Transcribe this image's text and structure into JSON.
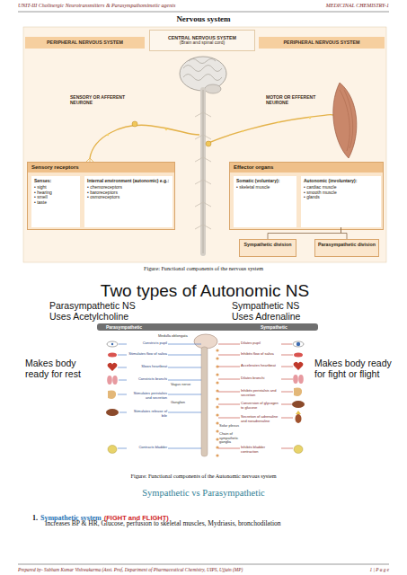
{
  "diagram": {
    "title": "Nervous system",
    "nodes": [
      {
        "text": [
          "PERIPHERAL NERVOUS SYSTEM"
        ]
      },
      {
        "text": [
          "CENTRAL NERVOUS SYSTEM",
          "(Brain and spinal cord)"
        ]
      },
      {
        "text": [
          "PERIPHERAL NERVOUS SYSTEM"
        ]
      },
      {
        "text": [
          "Sensory receptors"
        ]
      },
      {
        "text": [
          "Senses:",
          "• sight",
          "• hearing",
          "• smell",
          "• taste"
        ],
        "in": 3
      },
      {
        "text": [
          "Internal environment (autonomic) e.g.:",
          "• chemoreceptors",
          "• baroreceptors",
          "• osmoreceptors"
        ],
        "in": 3
      },
      {
        "text": [
          "Effector organs"
        ]
      },
      {
        "text": [
          "Somatic (voluntary):",
          "• skeletal muscle"
        ],
        "in": 6
      },
      {
        "text": [
          "Autonomic (involuntary):",
          "• cardiac muscle",
          "• smooth muscle",
          "• glands"
        ],
        "in": 6
      },
      {
        "text": [
          "Sympathetic division"
        ]
      },
      {
        "text": [
          "Parasympathetic division"
        ]
      }
    ],
    "edges": [
      {
        "from": 8,
        "to": 9,
        "arrow": "none"
      },
      {
        "from": 8,
        "to": 10,
        "arrow": "none"
      }
    ],
    "labels": [
      "UNIT-III Cholinergic Neurotransmitters & Parasympathomimetic agents",
      "MEDICINAL CHEMISTRY-1",
      "SENSORY OR AFFERENT NEURONE",
      "MOTOR OR EFFERENT NEURONE",
      "Figure: Functional components of the nervous system",
      "Two types of Autonomic NS",
      "Parasympathetic NS",
      "Uses Acetylcholine",
      "Sympathetic NS",
      "Uses Adrenaline",
      "Makes body ready for rest",
      "Makes body ready for fight or flight",
      "Parasympathetic",
      "Sympathetic",
      "Constricts pupil",
      "Stimulates flow of saliva",
      "Slows heartbeat",
      "Constricts bronchi",
      "Stimulates peristalsis and secretion",
      "Stimulates release of bile",
      "Contracts bladder",
      "Ganglion",
      "Medulla oblongata",
      "Vagus nerve",
      "Solar plexus",
      "Chain of sympathetic ganglia",
      "Dilates pupil",
      "Inhibits flow of saliva",
      "Accelerates heartbeat",
      "Dilates bronchi",
      "Inhibits peristalsis and secretion",
      "Conversion of glycogen to glucose",
      "Secretion of adrenaline and noradrenaline",
      "Inhibits bladder contraction",
      "Figure: Functional components of the Autonomic nervous system",
      "Sympathetic vs Parasympathetic",
      "1.",
      "Sympathetic system",
      "(FIGHT and FLIGHT)",
      "Increases BP & HR, Glucose, perfusion to skeletal muscles, Mydriasis, bronchodilation",
      "Prepared by- Subham Kumar Vishwakarma (Asst. Prof, Department of Pharmaceutical Chemistry, UIPS, Ujjain (MP)",
      "1 | P a g e"
    ]
  }
}
